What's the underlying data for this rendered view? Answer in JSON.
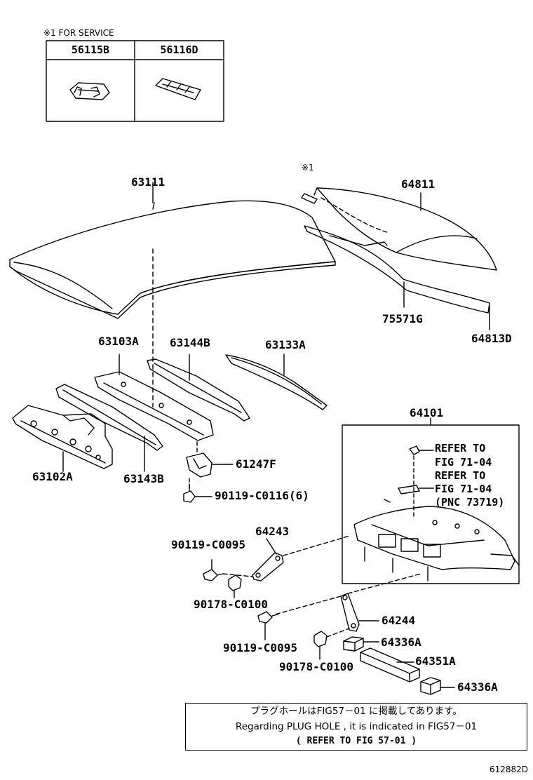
{
  "service": {
    "title": "※1 FOR SERVICE",
    "parts": [
      "56115B",
      "56116D"
    ]
  },
  "service_mark": "※1",
  "labels": {
    "p63111": "63111",
    "p64811": "64811",
    "p75571G": "75571G",
    "p64813D": "64813D",
    "p63103A": "63103A",
    "p63144B": "63144B",
    "p63133A": "63133A",
    "p64101": "64101",
    "p63102A": "63102A",
    "p63143B": "63143B",
    "p61247F": "61247F",
    "p90119_C0116": "90119-C0116(6)",
    "p64243": "64243",
    "p90119_C0095_a": "90119-C0095",
    "p90178_C0100_a": "90178-C0100",
    "p64244": "64244",
    "p90119_C0095_b": "90119-C0095",
    "p64336A_a": "64336A",
    "p90178_C0100_b": "90178-C0100",
    "p64351A": "64351A",
    "p64336A_b": "64336A"
  },
  "refer": {
    "line1": "REFER TO",
    "line2": "FIG 71-04",
    "line3": "REFER TO",
    "line4": "FIG 71-04",
    "line5": "(PNC 73719)"
  },
  "note": {
    "jp": "プラグホールはFIG57－01 に掲載してあります。",
    "en": "Regarding  PLUG HOLE , it is  indicated  in  FIG57－01",
    "ref": "(    REFER TO FIG 57-01    )"
  },
  "figure_id": "612882D"
}
